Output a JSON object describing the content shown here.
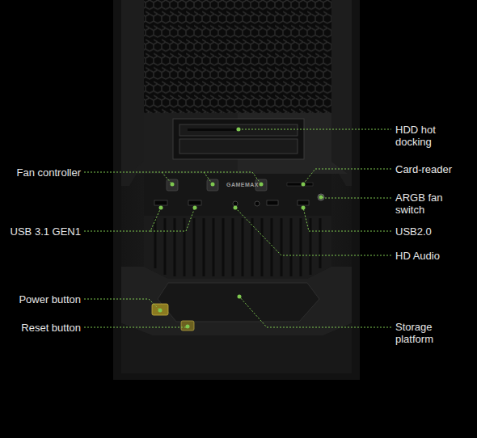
{
  "diagram": {
    "labels": [
      "HDD hot docking",
      "Fan controller",
      "Card-reader",
      "ARGB fan switch",
      "USB 3.1 GEN1",
      "USB2.0",
      "HD Audio",
      "Power button",
      "Reset button",
      "Storage platform",
      "GAMEMAX"
    ]
  }
}
